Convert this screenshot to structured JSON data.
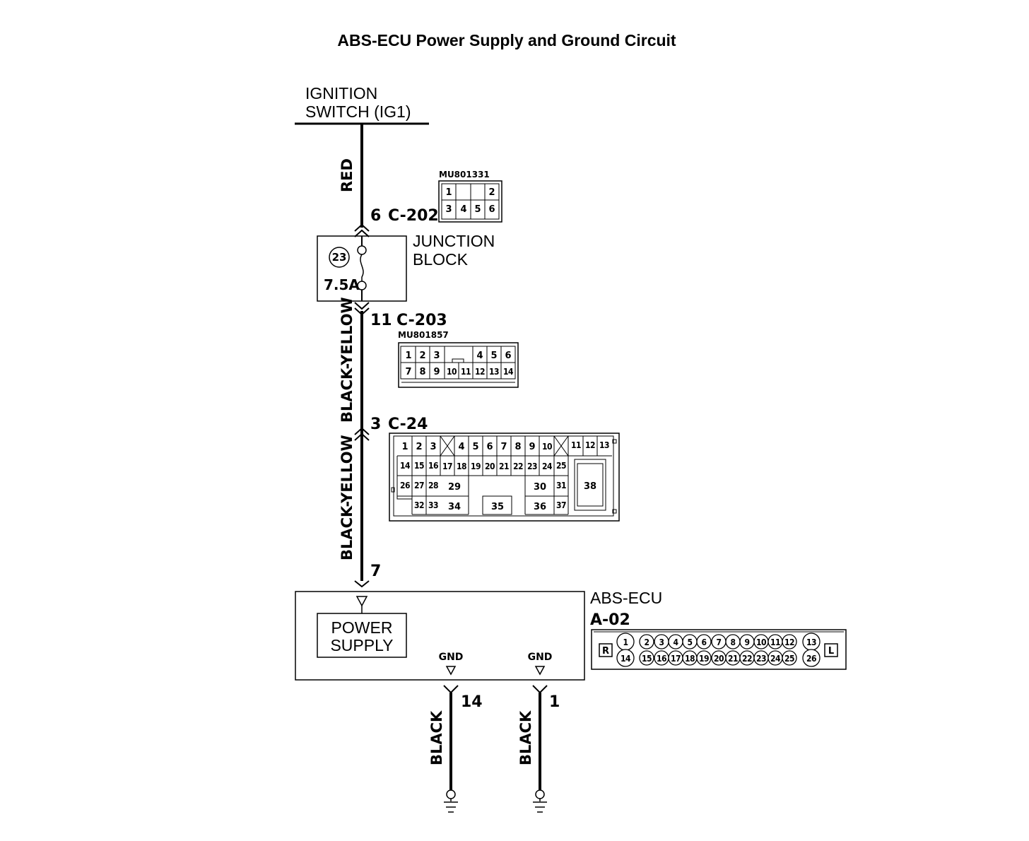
{
  "title": "ABS-ECU Power Supply and Ground Circuit",
  "ignition_switch": {
    "line1": "IGNITION",
    "line2": "SWITCH (IG1)"
  },
  "wires": {
    "red": "RED",
    "black_yellow_upper": "BLACK-YELLOW",
    "black_yellow_lower": "BLACK-YELLOW",
    "black_14": "BLACK",
    "black_1": "BLACK"
  },
  "junction_block": {
    "line1": "JUNCTION",
    "line2": "BLOCK",
    "fuse_number": "23",
    "fuse_rating": "7.5A"
  },
  "connectors": {
    "c202": {
      "pin": "6",
      "name": "C-202",
      "part_no": "MU801331",
      "pins": [
        "1",
        "2",
        "3",
        "4",
        "5",
        "6"
      ]
    },
    "c203": {
      "pin": "11",
      "name": "C-203",
      "part_no": "MU801857",
      "pins": [
        "1",
        "2",
        "3",
        "4",
        "5",
        "6",
        "7",
        "8",
        "9",
        "10",
        "11",
        "12",
        "13",
        "14"
      ]
    },
    "c24": {
      "pin": "3",
      "name": "C-24",
      "pins": [
        "1",
        "2",
        "3",
        "4",
        "5",
        "6",
        "7",
        "8",
        "9",
        "10",
        "11",
        "12",
        "13",
        "14",
        "15",
        "16",
        "17",
        "18",
        "19",
        "20",
        "21",
        "22",
        "23",
        "24",
        "25",
        "26",
        "27",
        "28",
        "29",
        "30",
        "31",
        "32",
        "33",
        "34",
        "35",
        "36",
        "37",
        "38"
      ]
    }
  },
  "abs_ecu": {
    "label": "ABS-ECU",
    "connector_name": "A-02",
    "input_pin": "7",
    "power_supply_line1": "POWER",
    "power_supply_line2": "SUPPLY",
    "gnd_label_1": "GND",
    "gnd_label_2": "GND",
    "ground_pin_a": "14",
    "ground_pin_b": "1",
    "side_r": "R",
    "side_l": "L",
    "pins_top": [
      "1",
      "2",
      "3",
      "4",
      "5",
      "6",
      "7",
      "8",
      "9",
      "10",
      "11",
      "12",
      "13"
    ],
    "pins_bottom": [
      "14",
      "15",
      "16",
      "17",
      "18",
      "19",
      "20",
      "21",
      "22",
      "23",
      "24",
      "25",
      "26"
    ]
  }
}
